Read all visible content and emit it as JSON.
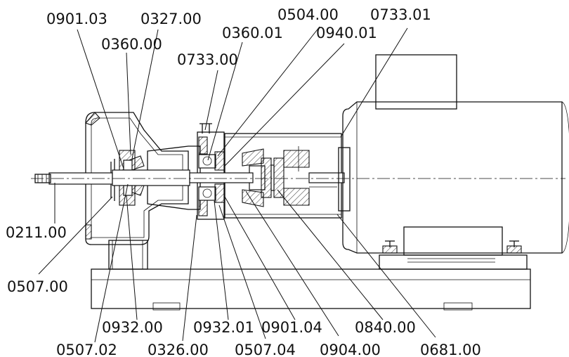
{
  "labels": {
    "l0901_03": "0901.03",
    "l0327_00": "0327.00",
    "l0504_00": "0504.00",
    "l0733_01": "0733.01",
    "l0360_00": "0360.00",
    "l0360_01": "0360.01",
    "l0940_01": "0940.01",
    "l0733_00": "0733.00",
    "l0211_00": "0211.00",
    "l0507_00": "0507.00",
    "l0932_00": "0932.00",
    "l0932_01": "0932.01",
    "l0901_04": "0901.04",
    "l0840_00": "0840.00",
    "l0507_02": "0507.02",
    "l0326_00": "0326.00",
    "l0507_04": "0507.04",
    "l0904_00": "0904.00",
    "l0681_00": "0681.00"
  }
}
